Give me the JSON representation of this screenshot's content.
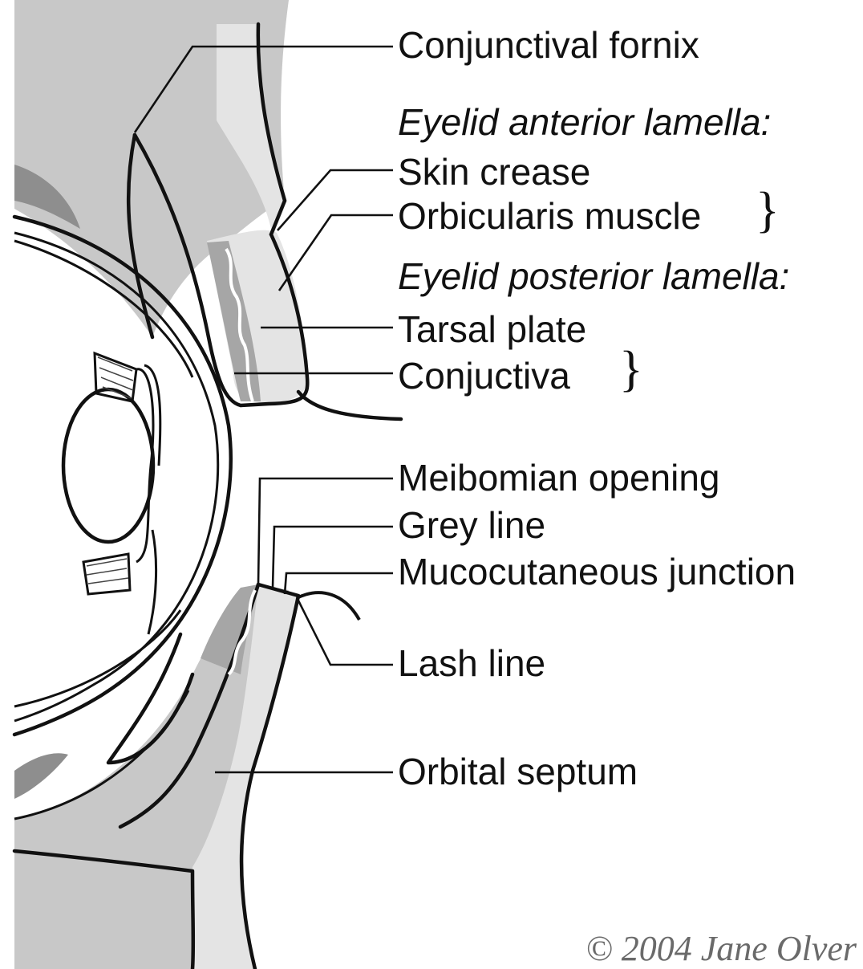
{
  "labels": {
    "conjunctival_fornix": "Conjunctival fornix",
    "anterior_heading": "Eyelid anterior lamella:",
    "skin_crease": "Skin crease",
    "orbicularis_muscle": "Orbicularis muscle",
    "posterior_heading": "Eyelid posterior lamella:",
    "tarsal_plate": "Tarsal plate",
    "conjunctiva": "Conjuctiva",
    "meibomian_opening": "Meibomian opening",
    "grey_line": "Grey line",
    "mucocutaneous_junction": "Mucocutaneous junction",
    "lash_line": "Lash line",
    "orbital_septum": "Orbital septum"
  },
  "credit": "© 2004 Jane Olver",
  "colors": {
    "dark_tissue": "#a6a6a6",
    "mid_tissue": "#c8c8c8",
    "light_tissue": "#e4e4e4",
    "outline": "#111111",
    "background": "#ffffff"
  }
}
